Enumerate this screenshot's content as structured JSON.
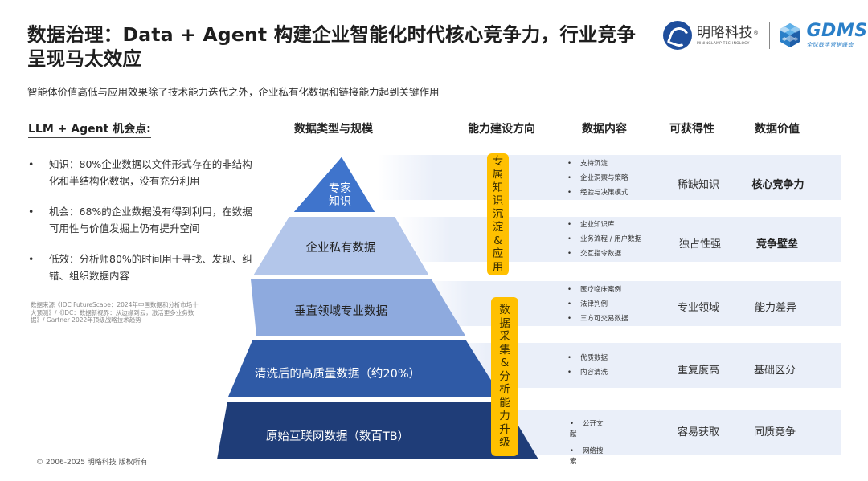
{
  "header": {
    "title": "数据治理：Data + Agent 构建企业智能化时代核心竞争力，行业竞争呈现马太效应",
    "subtitle": "智能体价值高低与应用效果除了技术能力迭代之外，企业私有化数据和链接能力起到关键作用",
    "logos": {
      "brand_cn": "明略科技",
      "brand_registered": "®",
      "brand_en": "MININGLAMP TECHNOLOGY",
      "gdms": "GDMS",
      "gdms_sub": "全球数字营销峰会"
    }
  },
  "left_panel": {
    "heading": "LLM + Agent 机会点:",
    "bullets": [
      {
        "marker": "•",
        "text": "知识：80%企业数据以文件形式存在的非结构化和半结构化数据，没有充分利用"
      },
      {
        "marker": "•",
        "text": "机会：68%的企业数据没有得到利用，在数据可用性与价值发掘上仍有提升空间"
      },
      {
        "marker": "•",
        "text": "低效：分析师80%的时间用于寻找、发现、纠错、组织数据内容"
      }
    ],
    "source": "数据来源《IDC FutureScape：2024年中国数据和分析市场十大预测》/《IDC：数据新视界：从边缘到云，激活更多业务数据》/ Gartner 2022年顶级战略技术趋势",
    "copyright": "© 2006-2025 明略科技 版权所有"
  },
  "table": {
    "columns": [
      "数据类型与规模",
      "能力建设方向",
      "数据内容",
      "可获得性",
      "数据价值"
    ],
    "pyramid_colors": [
      "#3f74cc",
      "#b3c6ea",
      "#8eaade",
      "#2f5aa6",
      "#1f3d78"
    ],
    "rows": [
      {
        "level": "专家知识",
        "level_lines": [
          "专家",
          "知识"
        ],
        "content": [
          "支持沉淀",
          "企业洞察与策略",
          "经验与决策模式"
        ],
        "availability": "稀缺知识",
        "value": "核心竞争力"
      },
      {
        "level": "企业私有数据",
        "content": [
          "企业知识库",
          "业务流程 / 用户数据",
          "交互指令数据"
        ],
        "availability": "独占性强",
        "value": "竞争壁垒"
      },
      {
        "level": "垂直领域专业数据",
        "content": [
          "医疗临床案例",
          "法律判例",
          "三方可交易数据"
        ],
        "availability": "专业领域",
        "value": "能力差异"
      },
      {
        "level": "清洗后的高质量数据（约20%）",
        "content": [
          "优质数据",
          "内容清洗"
        ],
        "availability": "重复度高",
        "value": "基础区分"
      },
      {
        "level": "原始互联网数据（数百TB）",
        "content_wrapped": [
          {
            "marker": "•",
            "line1": "公开文",
            "line2": "献"
          },
          {
            "marker": "•",
            "line1": "网络搜",
            "line2": "索"
          }
        ],
        "availability": "容易获取",
        "value": "同质竞争"
      }
    ],
    "directions": [
      {
        "label": "专属知识沉淀&应用",
        "chars": [
          "专",
          "属",
          "知",
          "识",
          "沉",
          "淀",
          "&",
          "应",
          "用"
        ],
        "color": "#ffc000"
      },
      {
        "label": "数据采集&分析能力升级",
        "chars": [
          "数",
          "据",
          "采",
          "集",
          "&",
          "分",
          "析",
          "能",
          "力",
          "升",
          "级"
        ],
        "color": "#ffc000"
      }
    ]
  }
}
